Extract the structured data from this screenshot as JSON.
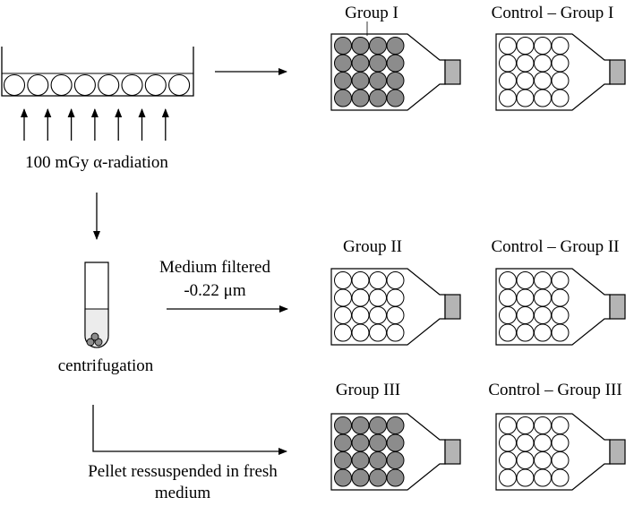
{
  "labels": {
    "radiation": "100 mGy α-radiation",
    "centrifugation": "centrifugation",
    "medium_line1": "Medium filtered",
    "medium_line2": "-0.22 μm",
    "pellet_line1": "Pellet ressuspended in fresh",
    "pellet_line2": "medium"
  },
  "flasks": [
    {
      "key": "g1",
      "title": "Group I",
      "filled": true
    },
    {
      "key": "c1",
      "title": "Control – Group I",
      "filled": false
    },
    {
      "key": "g2",
      "title": "Group II",
      "filled": false
    },
    {
      "key": "c2",
      "title": "Control – Group II",
      "filled": false
    },
    {
      "key": "g3",
      "title": "Group III",
      "filled": true
    },
    {
      "key": "c3",
      "title": "Control – Group III",
      "filled": false
    }
  ],
  "colors": {
    "cell_fill_exposed": "#8c8c8c",
    "cell_fill_unexposed": "#ffffff",
    "cap_fill": "#b4b4b4",
    "stroke": "#000000"
  }
}
